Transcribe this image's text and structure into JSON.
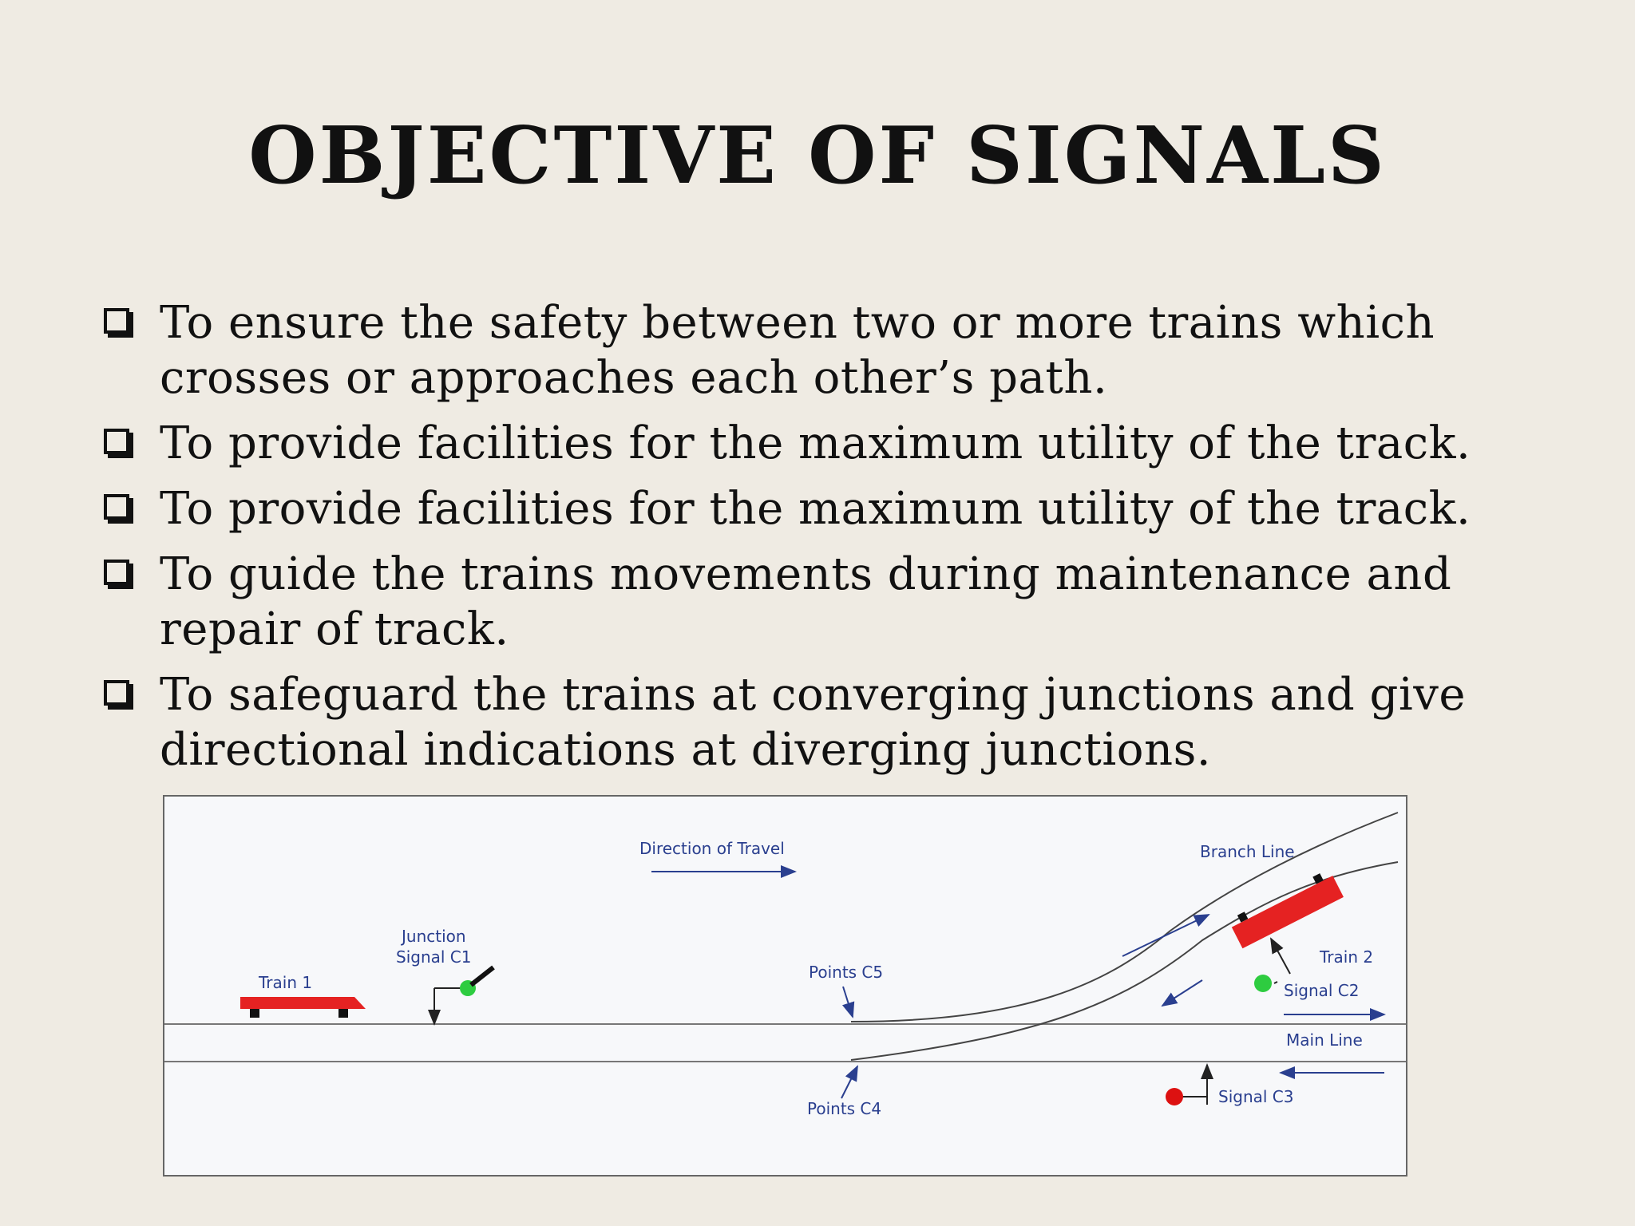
{
  "slide": {
    "title": "OBJECTIVE OF SIGNALS",
    "bullets": [
      "To ensure the safety between two or more trains which crosses or approaches each other’s path.",
      "To provide facilities for the maximum utility of the track.",
      "To provide facilities for the maximum utility of the track.",
      "To guide the trains movements during maintenance and repair of track.",
      "To safeguard the trains at converging junctions and give directional indications at diverging junctions."
    ]
  },
  "diagram": {
    "labels": {
      "direction_of_travel": "Direction of Travel",
      "branch_line": "Branch Line",
      "junction_line1": "Junction",
      "junction_line2": "Signal C1",
      "train1": "Train 1",
      "points_c5": "Points C5",
      "train2": "Train 2",
      "signal_c2": "Signal C2",
      "main_line": "Main Line",
      "signal_c3": "Signal C3",
      "points_c4": "Points C4"
    },
    "colors": {
      "train": "#e52222",
      "signal_green": "#2ecc40",
      "signal_red": "#dd1111",
      "label": "#2a3f8f",
      "track": "#555555"
    }
  }
}
